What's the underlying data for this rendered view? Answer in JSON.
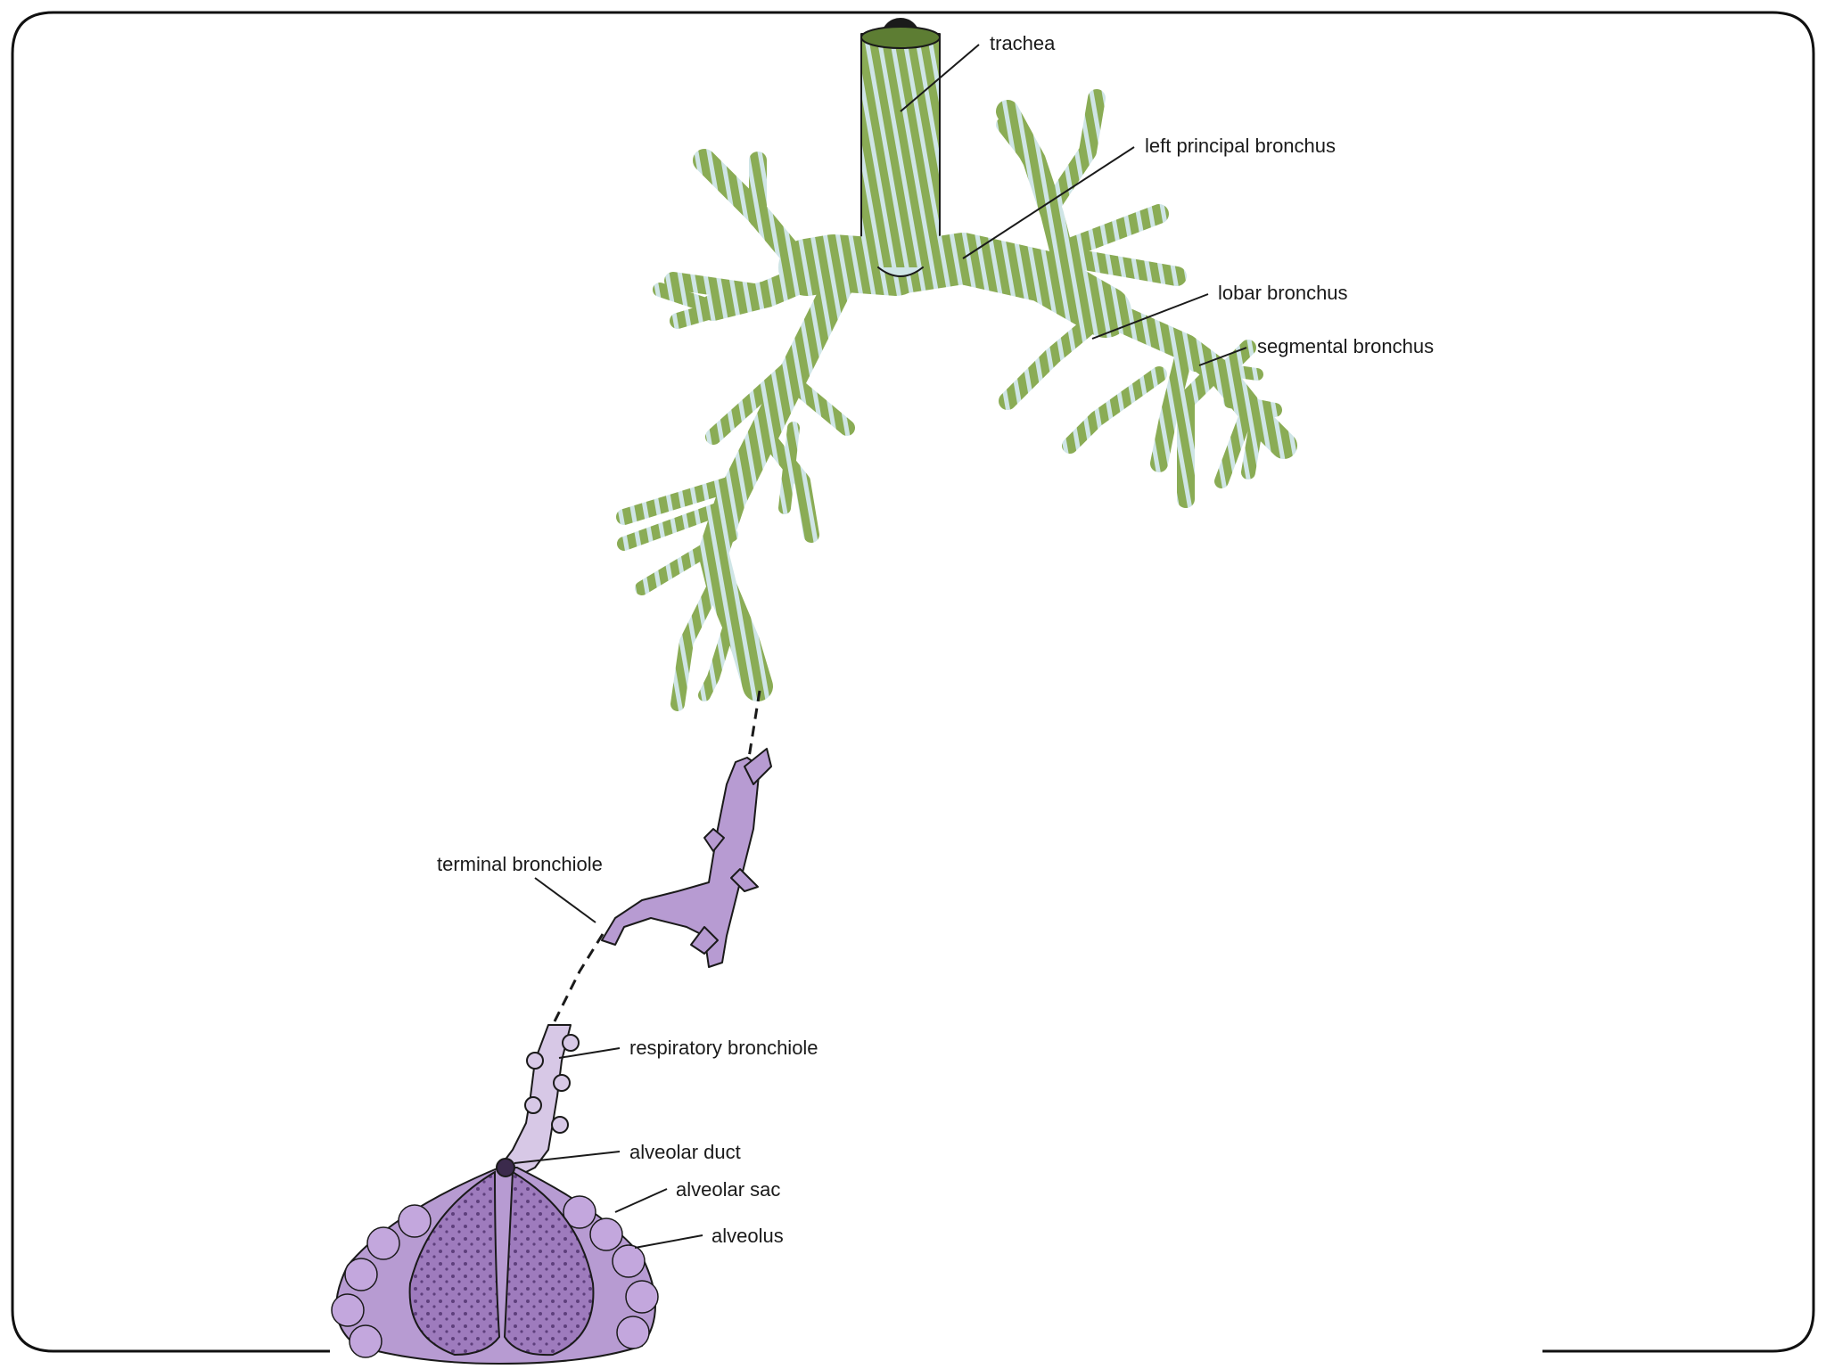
{
  "labels": {
    "trachea": "trachea",
    "left_principal_bronchus": "left principal bronchus",
    "lobar_bronchus": "lobar bronchus",
    "segmental_bronchus": "segmental bronchus",
    "terminal_bronchiole": "terminal bronchiole",
    "respiratory_bronchiole": "respiratory bronchiole",
    "alveolar_duct": "alveolar duct",
    "alveolar_sac": "alveolar sac",
    "alveolus": "alveolus"
  },
  "colors": {
    "airway_green": "#8aac55",
    "airway_light": "#cfe5e6",
    "bronchiole_purple": "#b79bd2",
    "alveolus_purple": "#9e7bbd",
    "alveolus_dark": "#5e3f7c",
    "outline": "#1a1a1a"
  }
}
